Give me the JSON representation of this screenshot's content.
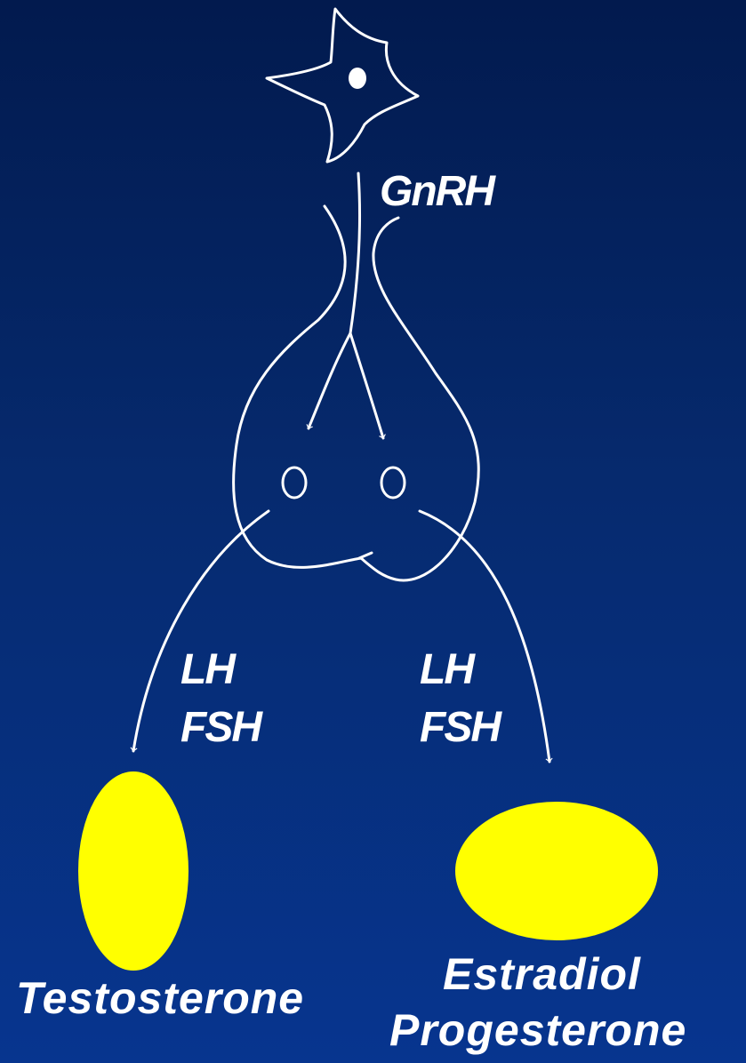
{
  "labels": {
    "gnrh": "GnRH",
    "left_lh": "LH",
    "left_fsh": "FSH",
    "right_lh": "LH",
    "right_fsh": "FSH"
  },
  "targets": {
    "left_hormone": "Testosterone",
    "right_hormone_1": "Estradiol",
    "right_hormone_2": "Progesterone"
  },
  "colors": {
    "background_top": "#021a4e",
    "background_bottom": "#07358f",
    "line": "#ffffff",
    "gonad": "#ffff00",
    "text": "#ffffff"
  }
}
